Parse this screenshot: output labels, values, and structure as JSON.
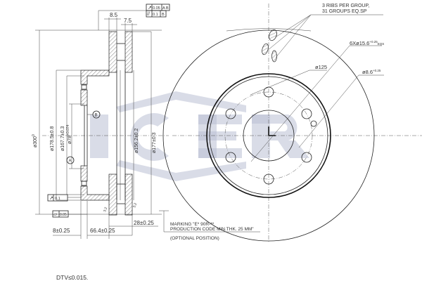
{
  "drawing": {
    "title_annotations": {
      "ribs_note_line1": "3 RIBS PER GROUP,",
      "ribs_note_line2": "31 GROUPS EQ.SP",
      "bolt_holes": "6Xø15.6",
      "bolt_holes_tol_upper": "+0.25",
      "bolt_holes_tol_lower": "0",
      "bolt_holes_suffix": "EQS",
      "pcd": "ø125",
      "pin_hole": "ø8.6",
      "pin_hole_tol_upper": "+0.25",
      "pin_hole_tol_lower": "0"
    },
    "section_dimensions": {
      "hat_thickness": "8.5",
      "cheek_thickness": "7.5",
      "outer_dia": "ø300",
      "outer_dia_tol_upper": "0",
      "outer_dia_tol_lower": "-0.5",
      "dia_178": "ø178.5±0.8",
      "dia_167": "ø167.7±0.3",
      "center_bore": "ø78",
      "center_bore_tol_upper": "+0.074",
      "center_bore_tol_lower": "0",
      "dia_156": "ø156.2±0.2",
      "dia_177": "ø177±0.3",
      "hub_thickness": "8±0.25",
      "overall_height": "66.4±0.25",
      "disc_thickness": "28±0.25",
      "chamfer_left": "3.2",
      "chamfer_right": "3.2"
    },
    "datums": {
      "a": "A",
      "b": "B"
    },
    "tolerance_frames": {
      "runout_top_value": "0.05",
      "runout_top_datum": "A B",
      "parallel_top_value": "0.1",
      "parallel_top_datum": "B",
      "runout_left_value": "0.1",
      "runout_left_datum": "A B",
      "flatness_left_value": "0.05"
    },
    "marking_note": {
      "line1": "MARKING \"E* 90R-**",
      "line2": "PRODUCTION CODE  MIN.THK. 25 MM\"",
      "line3": "(OPTIONAL POSITION)"
    },
    "footer": {
      "dtv": "DTV≤0.015."
    },
    "watermark": "ICER",
    "colors": {
      "line": "#222222",
      "watermark": "#b9c0d4",
      "background": "#ffffff"
    }
  }
}
